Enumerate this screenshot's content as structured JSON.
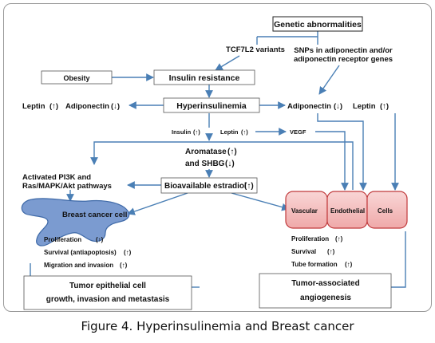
{
  "nodes": {
    "genetic": "Genetic abnormalities",
    "tcf7l2": "TCF7L2 variants",
    "snps_line1": "SNPs in adiponectin and/or",
    "snps_line2": "adiponectin receptor genes",
    "obesity": "Obesity",
    "insulin_resistance": "Insulin resistance",
    "hyperinsulinemia": "Hyperinsulinemia",
    "leptin_left": "Leptin",
    "adiponectin_left": "Adiponectin",
    "adiponectin_right": "Adiponectin",
    "leptin_right": "Leptin",
    "insulin_small": "Insulin",
    "leptin_small": "Leptin",
    "vegf": "VEGF",
    "aromatase": "Aromatase",
    "and_shbg": "and SHBG",
    "pi3k_line1": "Activated PI3K and",
    "pi3k_line2": "Ras/MAPK/Akt pathways",
    "bioavailable": "Bioavailable estradiol",
    "breast_cell": "Breast cancer cell",
    "vascular": "Vascular",
    "endothelial": "Endothelial",
    "cells": "Cells",
    "proliferation_l": "Proliferation",
    "survival_l": "Survival (antiapoptosis)",
    "migration_l": "Migration and invasion",
    "proliferation_r": "Proliferation",
    "survival_r": "Survival",
    "tube_r": "Tube formation",
    "tumor_epi_line1": "Tumor epithelial  cell",
    "tumor_epi_line2": "growth, invasion and metastasis",
    "tumor_ang_line1": "Tumor-associated",
    "tumor_ang_line2": "angiogenesis"
  },
  "caption": "Figure 4. Hyperinsulinemia and Breast cancer",
  "colors": {
    "arrow": "#4a7fb5",
    "cell_fill": "#7b9bd0",
    "vessel_fill": "#f6c4c4",
    "vessel_stroke": "#c0393b"
  }
}
